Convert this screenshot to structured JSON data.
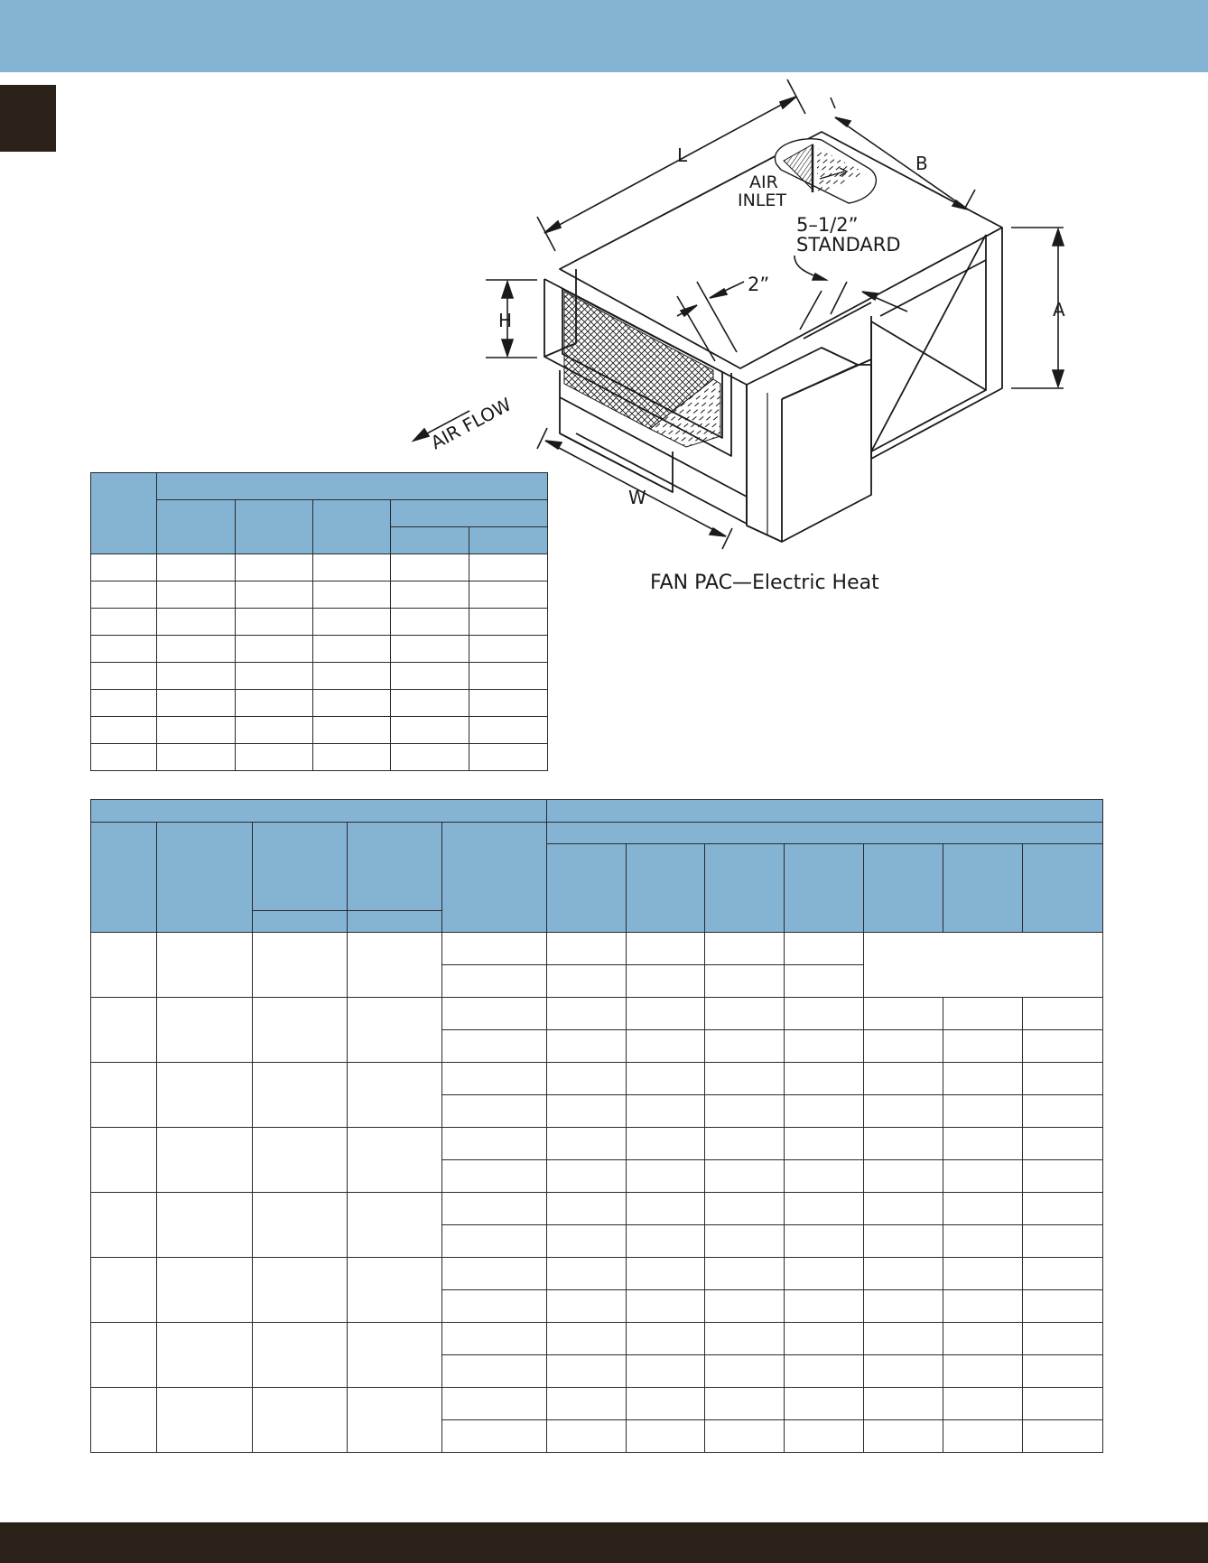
{
  "colors": {
    "header_blue": "#85b3d3",
    "dark_brown": "#2a2118",
    "line": "#1a1a1a"
  },
  "drawing": {
    "caption": "FAN PAC—Electric Heat",
    "labels": {
      "length": "L",
      "depth": "B",
      "height_a": "A",
      "height_h": "H",
      "width": "W",
      "air_inlet_1": "AIR",
      "air_inlet_2": "INLET",
      "standard_1": "5–1/2”",
      "standard_2": "STANDARD",
      "two_inch": "2”",
      "air_flow": "AIR FLOW"
    }
  }
}
